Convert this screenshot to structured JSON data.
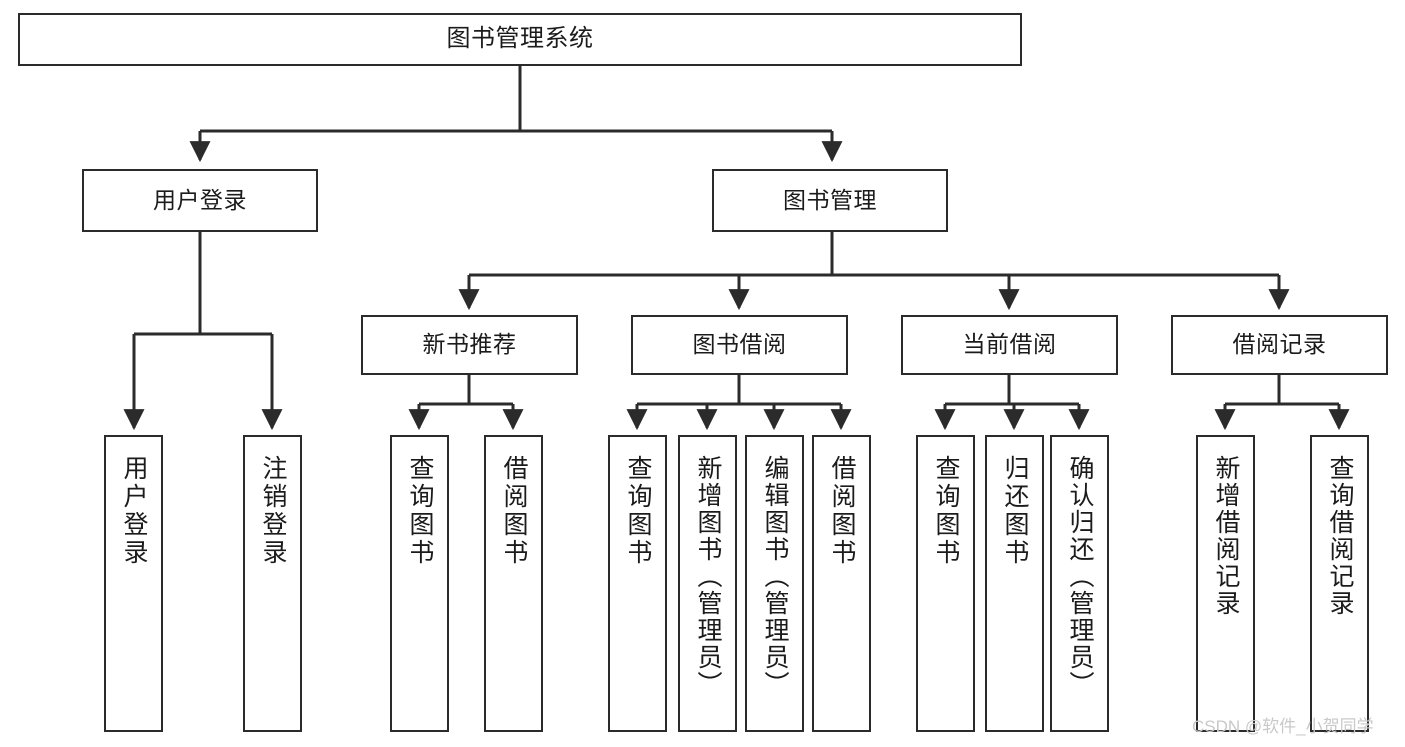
{
  "diagram": {
    "title": "图书管理系统",
    "type": "tree",
    "watermark": "CSDN @软件_小贺同学",
    "colors": {
      "stroke": "#2b2b2b",
      "fill": "#ffffff",
      "text": "#1b1b1b",
      "watermark": "#c9c9c9"
    },
    "nodes": {
      "root": {
        "label": "图书管理系统"
      },
      "level2": [
        {
          "label": "用户登录"
        },
        {
          "label": "图书管理"
        }
      ],
      "level3": [
        {
          "label": "新书推荐"
        },
        {
          "label": "图书借阅"
        },
        {
          "label": "当前借阅"
        },
        {
          "label": "借阅记录"
        }
      ],
      "leaves": [
        {
          "label": "用户登录",
          "parent": "用户登录"
        },
        {
          "label": "注销登录",
          "parent": "用户登录"
        },
        {
          "label": "查询图书",
          "parent": "新书推荐"
        },
        {
          "label": "借阅图书",
          "parent": "新书推荐"
        },
        {
          "label": "查询图书",
          "parent": "图书借阅"
        },
        {
          "label": "新增图书（管理员）",
          "parent": "图书借阅"
        },
        {
          "label": "编辑图书（管理员）",
          "parent": "图书借阅"
        },
        {
          "label": "借阅图书",
          "parent": "图书借阅"
        },
        {
          "label": "查询图书",
          "parent": "当前借阅"
        },
        {
          "label": "归还图书",
          "parent": "当前借阅"
        },
        {
          "label": "确认归还（管理员）",
          "parent": "当前借阅"
        },
        {
          "label": "新增借阅记录",
          "parent": "借阅记录"
        },
        {
          "label": "查询借阅记录",
          "parent": "借阅记录"
        }
      ]
    }
  }
}
